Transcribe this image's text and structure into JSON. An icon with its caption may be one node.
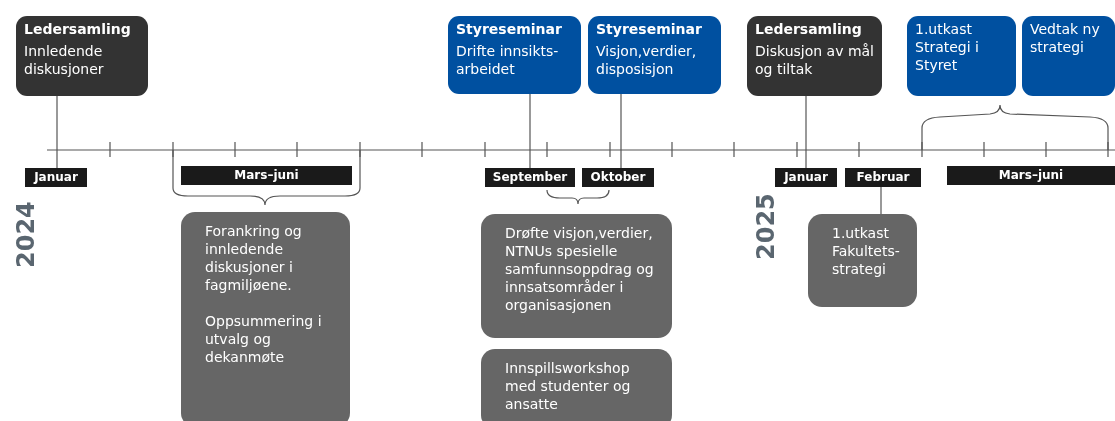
{
  "diagram": {
    "nodes": [
      {
        "text": [
          "Ledersamling",
          "Innledende diskusjoner"
        ]
      },
      {
        "text": [
          "Styreseminar",
          "Drifte innsikts-arbeidet"
        ]
      },
      {
        "text": [
          "Styreseminar",
          "Visjon,verdier, disposisjon"
        ]
      },
      {
        "text": [
          "Ledersamling",
          "Diskusjon av mål og tiltak"
        ]
      },
      {
        "text": [
          "1.utkast Strategi i Styret"
        ]
      },
      {
        "text": [
          "Vedtak ny strategi"
        ]
      },
      {
        "text": [
          "Januar"
        ]
      },
      {
        "text": [
          "Mars–juni"
        ]
      },
      {
        "text": [
          "September"
        ]
      },
      {
        "text": [
          "Oktober"
        ]
      },
      {
        "text": [
          "Januar"
        ]
      },
      {
        "text": [
          "Februar"
        ]
      },
      {
        "text": [
          "Mars–juni"
        ]
      },
      {
        "text": [
          "Forankring og innledende diskusjoner i fagmiljøene.",
          "Oppsummering i utvalg og dekanmøte"
        ]
      },
      {
        "text": [
          "Drøfte visjon,verdier, NTNUs spesielle samfunnsoppdrag og innsatsområder i organisasjonen"
        ]
      },
      {
        "text": [
          "Innspillsworkshop med studenter og ansatte"
        ]
      },
      {
        "text": [
          "1.utkast Fakultets-strategi"
        ]
      }
    ],
    "edges": [
      {
        "from": 0,
        "to": 6,
        "arrow": "none"
      },
      {
        "from": 1,
        "to": 8,
        "arrow": "none"
      },
      {
        "from": 2,
        "to": 9,
        "arrow": "none"
      },
      {
        "from": 3,
        "to": 10,
        "arrow": "none"
      },
      {
        "from": 11,
        "to": 16,
        "arrow": "none"
      }
    ],
    "labels": [
      "2024",
      "2025"
    ]
  }
}
